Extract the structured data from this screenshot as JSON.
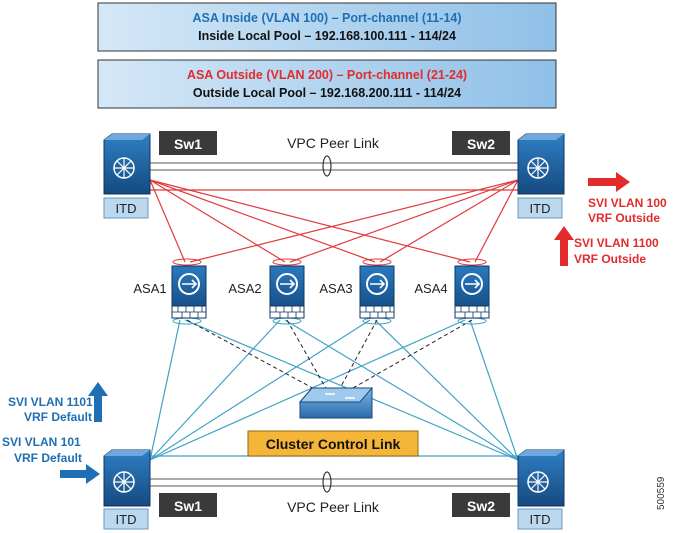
{
  "inside_box": {
    "title": "ASA Inside (VLAN 100) – Port-channel (11-14)",
    "subtitle": "Inside Local Pool – 192.168.100.111 - 114/24"
  },
  "outside_box": {
    "title": "ASA Outside (VLAN 200) – Port-channel (21-24)",
    "subtitle": "Outside Local Pool – 192.168.200.111 - 114/24"
  },
  "switches": {
    "top_left": {
      "name": "Sw1",
      "itd": "ITD"
    },
    "top_right": {
      "name": "Sw2",
      "itd": "ITD"
    },
    "bottom_left": {
      "name": "Sw1",
      "itd": "ITD"
    },
    "bottom_right": {
      "name": "Sw2",
      "itd": "ITD"
    }
  },
  "peer_link_top": "VPC Peer Link",
  "peer_link_bottom": "VPC Peer Link",
  "asas": [
    "ASA1",
    "ASA2",
    "ASA3",
    "ASA4"
  ],
  "ccl_label": "Cluster Control Link",
  "svi_outside_100": [
    "SVI VLAN 100",
    "VRF Outside"
  ],
  "svi_outside_1100": [
    "SVI VLAN 1100",
    "VRF Outside"
  ],
  "svi_default_1101": [
    "SVI VLAN 1101",
    "VRF Default"
  ],
  "svi_default_101": [
    "SVI VLAN 101",
    "VRF Default"
  ],
  "figure_id": "500559",
  "colors": {
    "inside_text": "#1f6fb5",
    "outside_text": "#e22b2b",
    "box_fill_top": "#c9e1f4",
    "box_fill_bottom": "#8fc0e8",
    "red_line": "#e23a3a",
    "blue_line": "#3fa3c8",
    "device_blue": "#1d5d9a",
    "ccl_fill": "#f5b539"
  }
}
